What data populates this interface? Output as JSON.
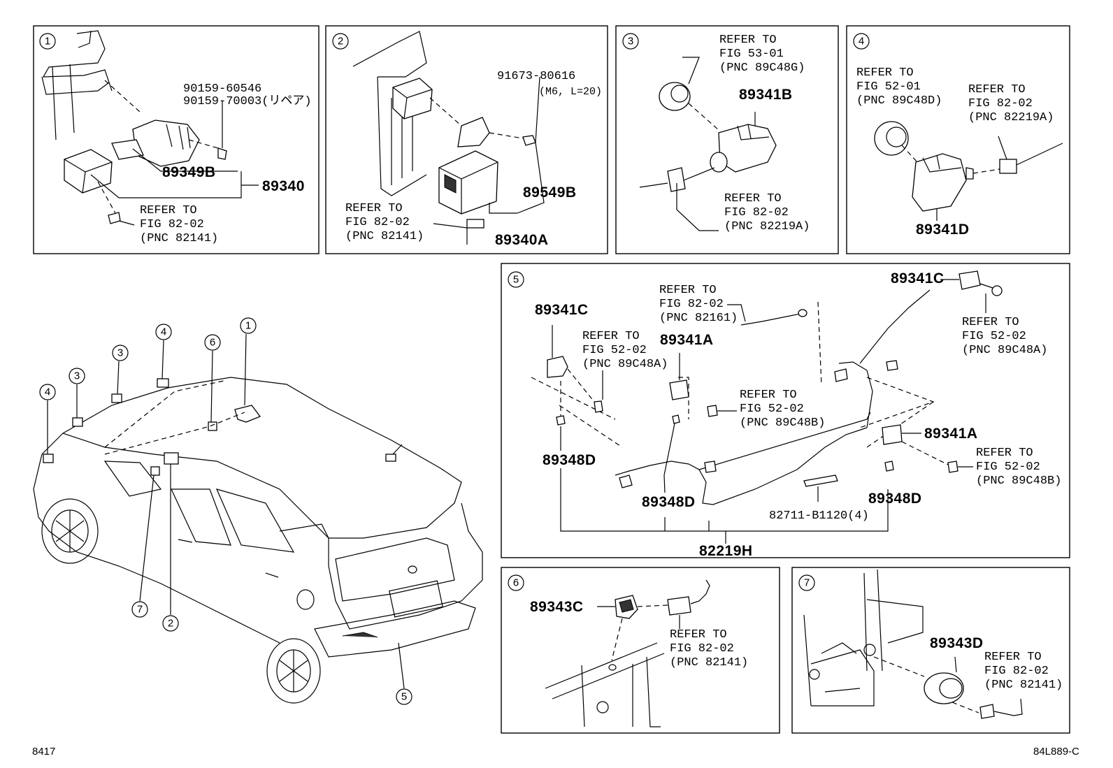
{
  "panel1": {
    "num": "1",
    "bolt1": "90159-60546",
    "bolt2": "90159-70003(リペア)",
    "part_a": "89349B",
    "part_b": "89340",
    "refer": [
      "REFER TO",
      "FIG 82-02",
      "(PNC 82141)"
    ]
  },
  "panel2": {
    "num": "2",
    "bolt": "91673-80616",
    "bolt_spec": "(M6, L=20)",
    "part_a": "89549B",
    "part_b": "89340A",
    "refer": [
      "REFER TO",
      "FIG 82-02",
      "(PNC 82141)"
    ]
  },
  "panel3": {
    "num": "3",
    "refer_top": [
      "REFER TO",
      "FIG 53-01",
      "(PNC 89C48G)"
    ],
    "part": "89341B",
    "refer_bot": [
      "REFER TO",
      "FIG 82-02",
      "(PNC 82219A)"
    ]
  },
  "panel4": {
    "num": "4",
    "refer_left": [
      "REFER TO",
      "FIG 52-01",
      "(PNC 89C48D)"
    ],
    "refer_right": [
      "REFER TO",
      "FIG 82-02",
      "(PNC 82219A)"
    ],
    "part": "89341D"
  },
  "panel5": {
    "num": "5",
    "refer_top": [
      "REFER TO",
      "FIG 82-02",
      "(PNC 82161)"
    ],
    "part_c_left": "89341C",
    "refer_c_left": [
      "REFER TO",
      "FIG 52-02",
      "(PNC 89C48A)"
    ],
    "part_a_left": "89341A",
    "refer_a_left": [
      "REFER TO",
      "FIG 52-02",
      "(PNC 89C48B)"
    ],
    "part_c_right": "89341C",
    "refer_c_right": [
      "REFER TO",
      "FIG 52-02",
      "(PNC 89C48A)"
    ],
    "part_a_right": "89341A",
    "refer_a_right": [
      "REFER TO",
      "FIG 52-02",
      "(PNC 89C48B)"
    ],
    "retainer1": "89348D",
    "retainer2": "89348D",
    "retainer3": "89348D",
    "clip": "82711-B1120(4)",
    "harness": "82219H"
  },
  "panel6": {
    "num": "6",
    "part": "89343C",
    "refer": [
      "REFER TO",
      "FIG 82-02",
      "(PNC 82141)"
    ]
  },
  "panel7": {
    "num": "7",
    "part": "89343D",
    "refer": [
      "REFER TO",
      "FIG 82-02",
      "(PNC 82141)"
    ]
  },
  "car_callouts": [
    "1",
    "2",
    "3",
    "3",
    "4",
    "4",
    "5",
    "6",
    "7"
  ],
  "footer": {
    "left": "8417",
    "right": "84L889-C"
  }
}
